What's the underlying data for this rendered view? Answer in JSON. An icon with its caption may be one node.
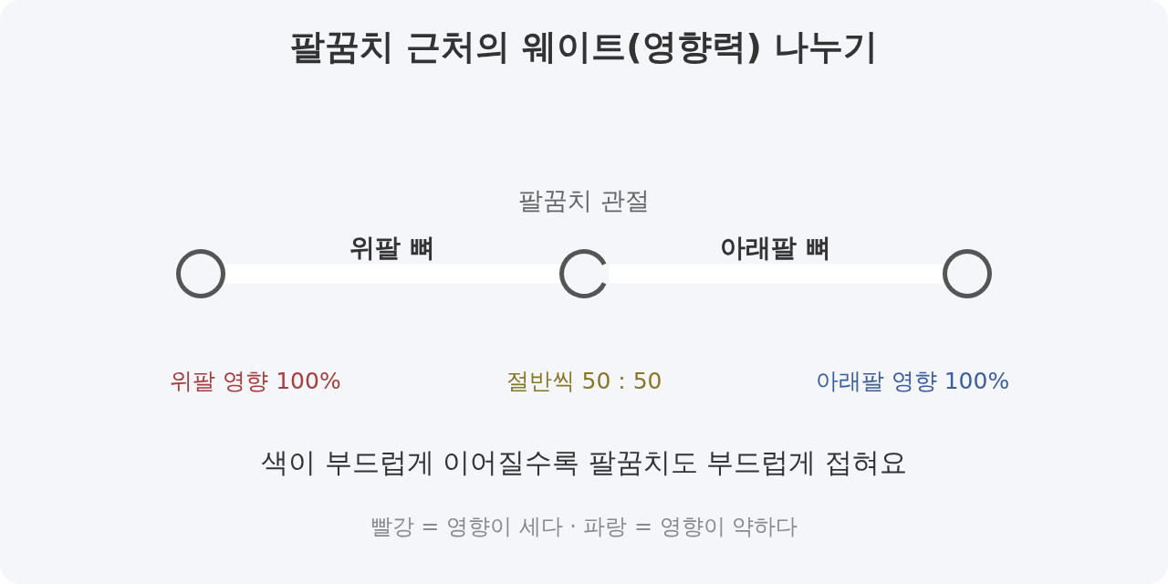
{
  "diagram": {
    "title": "팔꿈치 근처의 웨이트(영향력) 나누기",
    "nodes": [
      {
        "text": [],
        "shape": "circle",
        "beside": [
          "위팔 영향 100%"
        ]
      },
      {
        "text": [
          "팔꿈치 관절"
        ],
        "beside": [
          "절반씩 50 : 50"
        ]
      },
      {
        "text": [],
        "shape": "circle",
        "beside": [
          "아래팔 영향 100%"
        ]
      }
    ],
    "edges": [
      {
        "from": 0,
        "to": 1,
        "arrow": "none",
        "label": "위팔 뼈"
      },
      {
        "from": 1,
        "to": 2,
        "arrow": "none",
        "label": "아래팔 뼈"
      }
    ],
    "labels": [
      "색이 부드럽게 이어질수록 팔꿈치도 부드럽게 접혀요",
      "빨강 = 영향이 세다 · 파랑 = 영향이 약하다"
    ]
  }
}
